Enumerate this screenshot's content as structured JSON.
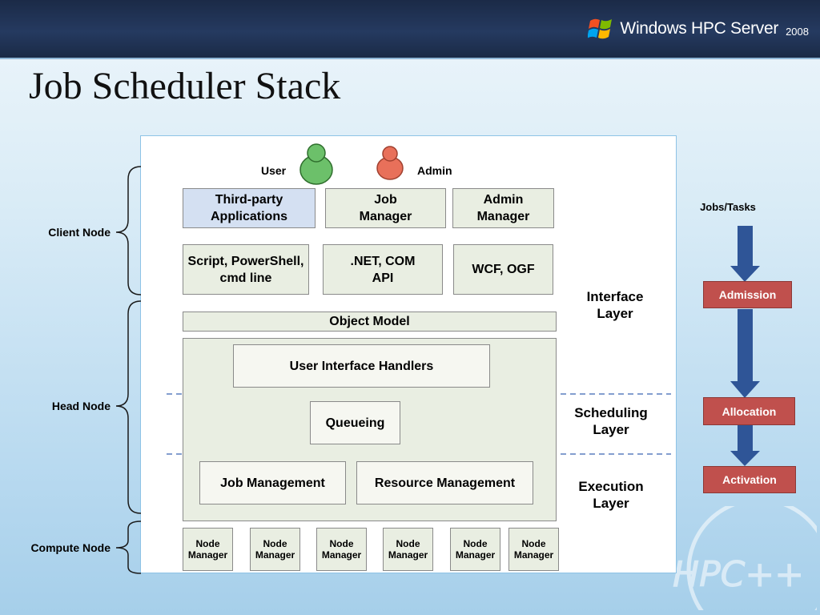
{
  "brand": {
    "name": "Windows HPC Server",
    "year": "2008",
    "logo_icon": "windows-flag-icon"
  },
  "title": "Job Scheduler Stack",
  "watermark": {
    "text": "HPC++"
  },
  "actors": {
    "user": "User",
    "admin": "Admin"
  },
  "client_boxes": {
    "third_party": "Third-party Applications",
    "job_manager": "Job Manager",
    "admin_manager": "Admin Manager",
    "script": "Script, PowerShell, cmd line",
    "dotnet": ".NET, COM API",
    "wcf": "WCF, OGF"
  },
  "object_model": "Object Model",
  "head_boxes": {
    "ui_handlers": "User Interface Handlers",
    "queueing": "Queueing",
    "job_management": "Job Management",
    "resource_management": "Resource Management"
  },
  "node_manager": "Node Manager",
  "node_managers": [
    "Node Manager",
    "Node Manager",
    "Node Manager",
    "Node Manager",
    "Node Manager",
    "Node Manager"
  ],
  "layers": {
    "interface": "Interface Layer",
    "scheduling": "Scheduling Layer",
    "execution": "Execution Layer"
  },
  "nodes": {
    "client": "Client Node",
    "head": "Head Node",
    "compute": "Compute Node"
  },
  "flow": {
    "label": "Jobs/Tasks",
    "admission": "Admission",
    "allocation": "Allocation",
    "activation": "Activation"
  },
  "colors": {
    "stage_red": "#c0504d",
    "arrow_blue": "#2f5597",
    "box_green": "#e9eee2",
    "box_blue": "#d4e0f2",
    "user_green": "#6cc06a",
    "admin_red": "#e8705a"
  }
}
